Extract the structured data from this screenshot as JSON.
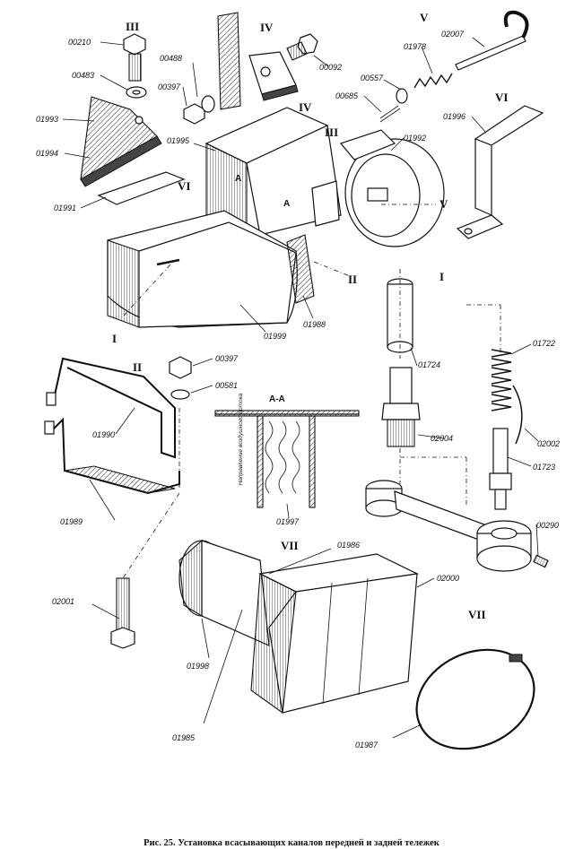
{
  "caption": "Рис. 25. Установка всасывающих каналов передней и задней тележек",
  "section": {
    "title": "А-А",
    "flow_note": "Направление воздушного потока"
  },
  "part_labels": {
    "p00210": "00210",
    "p00483": "00483",
    "p01993": "01993",
    "p01994": "01994",
    "p01991": "01991",
    "p00488": "00488",
    "p00397a": "00397",
    "p01995": "01995",
    "p00092": "00092",
    "p01978": "01978",
    "p02007": "02007",
    "p00557": "00557",
    "p00685": "00685",
    "p01992": "01992",
    "p01996": "01996",
    "p01999": "01999",
    "p01988": "01988",
    "p01724": "01724",
    "p01722": "01722",
    "p02004": "02004",
    "p02002": "02002",
    "p01723": "01723",
    "p00290": "00290",
    "p00397b": "00397",
    "p00581": "00581",
    "p01990": "01990",
    "p01989": "01989",
    "p01997": "01997",
    "p02001": "02001",
    "p01986": "01986",
    "p02000": "02000",
    "p01998": "01998",
    "p01985": "01985",
    "p01987": "01987"
  },
  "section_marks": {
    "III_top": "III",
    "IV_top": "IV",
    "V_top": "V",
    "VI_right": "VI",
    "IV_mid": "IV",
    "III_mid": "III",
    "VI_left": "VI",
    "V_mid": "V",
    "II_mid": "II",
    "I_left": "I",
    "I_right": "I",
    "II_left": "II",
    "VII_mid": "VII",
    "VII_right": "VII",
    "A1": "А",
    "A2": "А"
  }
}
